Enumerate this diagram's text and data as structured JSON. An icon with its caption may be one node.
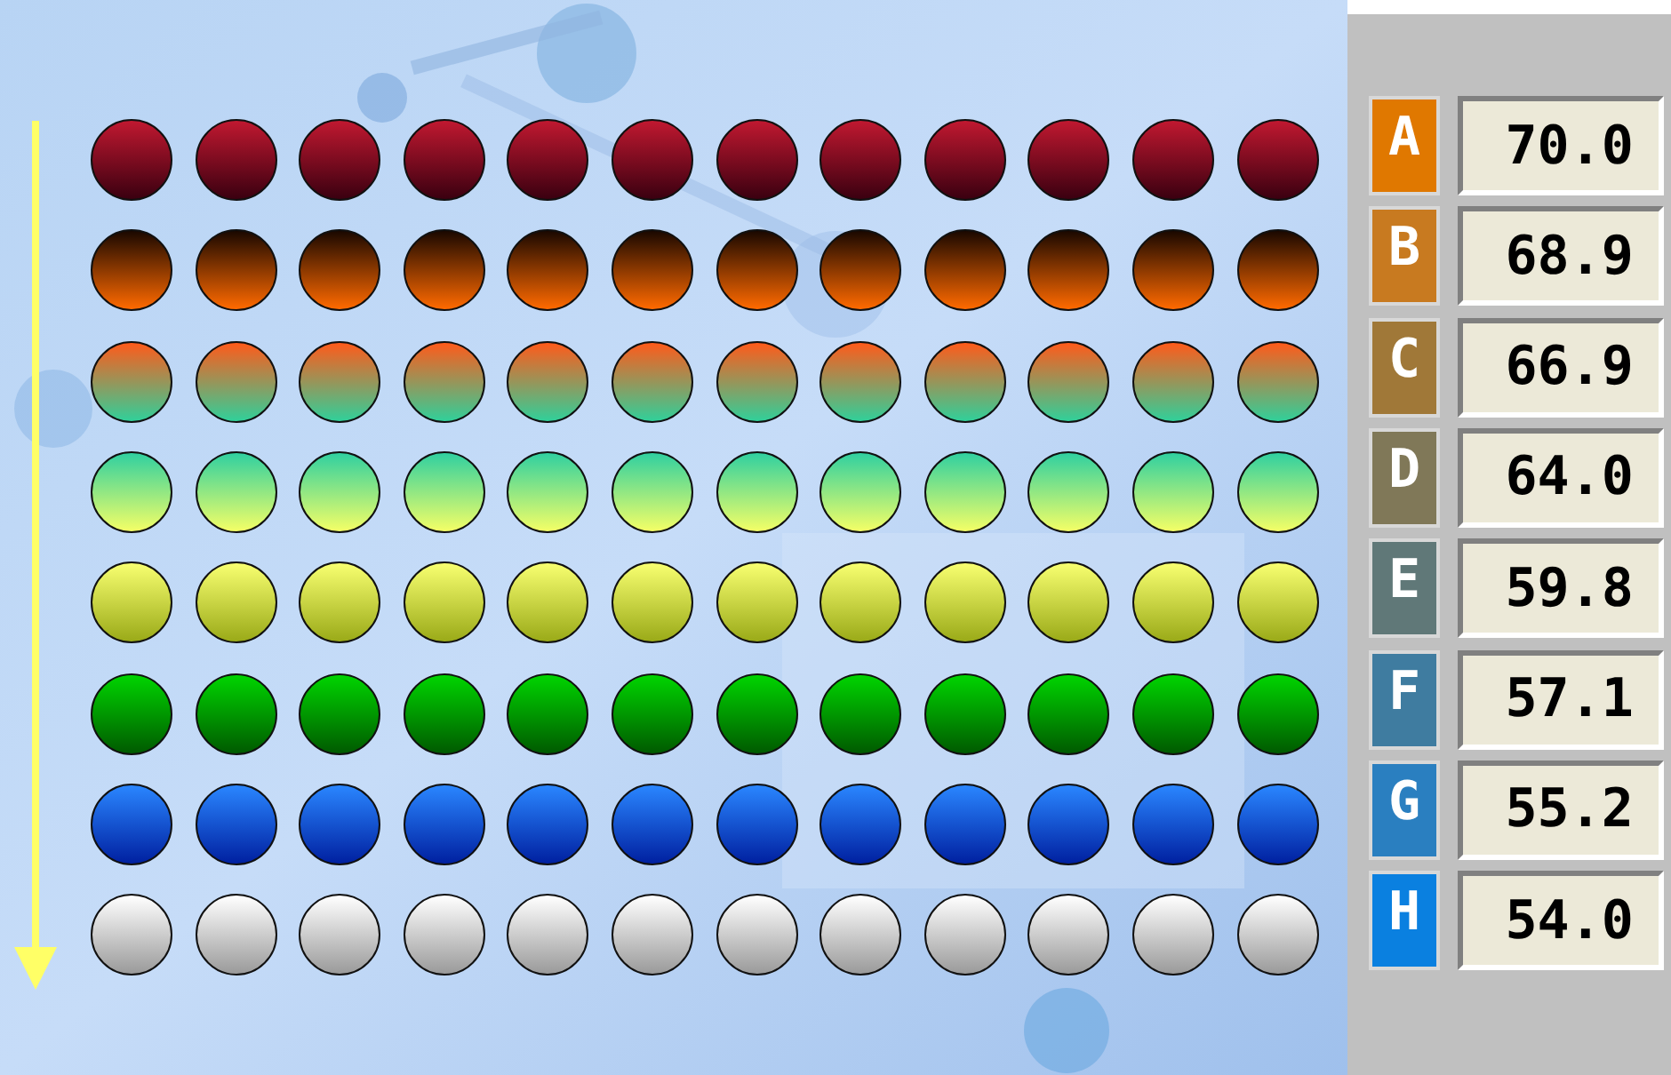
{
  "diagram": {
    "nodes": [
      {
        "text": [],
        "shape": "circle"
      },
      {
        "text": [],
        "shape": "circle"
      },
      {
        "text": [],
        "shape": "circle"
      },
      {
        "text": [],
        "shape": "circle"
      },
      {
        "text": [],
        "shape": "circle"
      },
      {
        "text": [],
        "shape": "circle"
      },
      {
        "text": [],
        "shape": "circle"
      },
      {
        "text": [],
        "shape": "circle"
      },
      {
        "text": [],
        "shape": "circle"
      },
      {
        "text": [],
        "shape": "circle"
      },
      {
        "text": [],
        "shape": "circle"
      },
      {
        "text": [],
        "shape": "circle"
      },
      {
        "text": [
          "A"
        ]
      },
      {
        "text": [
          "70.0"
        ]
      },
      {
        "text": [],
        "shape": "circle"
      },
      {
        "text": [],
        "shape": "circle"
      },
      {
        "text": [],
        "shape": "circle"
      },
      {
        "text": [],
        "shape": "circle"
      },
      {
        "text": [],
        "shape": "circle"
      },
      {
        "text": [],
        "shape": "circle"
      },
      {
        "text": [],
        "shape": "circle"
      },
      {
        "text": [],
        "shape": "circle"
      },
      {
        "text": [],
        "shape": "circle"
      },
      {
        "text": [],
        "shape": "circle"
      },
      {
        "text": [],
        "shape": "circle"
      },
      {
        "text": [],
        "shape": "circle"
      },
      {
        "text": [
          "B"
        ]
      },
      {
        "text": [
          "68.9"
        ]
      },
      {
        "text": [],
        "shape": "circle"
      },
      {
        "text": [],
        "shape": "circle"
      },
      {
        "text": [],
        "shape": "circle"
      },
      {
        "text": [],
        "shape": "circle"
      },
      {
        "text": [],
        "shape": "circle"
      },
      {
        "text": [],
        "shape": "circle"
      },
      {
        "text": [],
        "shape": "circle"
      },
      {
        "text": [],
        "shape": "circle"
      },
      {
        "text": [],
        "shape": "circle"
      },
      {
        "text": [],
        "shape": "circle"
      },
      {
        "text": [],
        "shape": "circle"
      },
      {
        "text": [],
        "shape": "circle"
      },
      {
        "text": [
          "C"
        ]
      },
      {
        "text": [
          "66.9"
        ]
      },
      {
        "text": [],
        "shape": "circle"
      },
      {
        "text": [],
        "shape": "circle"
      },
      {
        "text": [],
        "shape": "circle"
      },
      {
        "text": [],
        "shape": "circle"
      },
      {
        "text": [],
        "shape": "circle"
      },
      {
        "text": [],
        "shape": "circle"
      },
      {
        "text": [],
        "shape": "circle"
      },
      {
        "text": [],
        "shape": "circle"
      },
      {
        "text": [],
        "shape": "circle"
      },
      {
        "text": [],
        "shape": "circle"
      },
      {
        "text": [],
        "shape": "circle"
      },
      {
        "text": [],
        "shape": "circle"
      },
      {
        "text": [
          "D"
        ]
      },
      {
        "text": [
          "64.0"
        ]
      },
      {
        "text": [],
        "shape": "circle"
      },
      {
        "text": [],
        "shape": "circle"
      },
      {
        "text": [],
        "shape": "circle"
      },
      {
        "text": [],
        "shape": "circle"
      },
      {
        "text": [],
        "shape": "circle"
      },
      {
        "text": [],
        "shape": "circle"
      },
      {
        "text": [],
        "shape": "circle"
      },
      {
        "text": [],
        "shape": "circle"
      },
      {
        "text": [],
        "shape": "circle"
      },
      {
        "text": [],
        "shape": "circle"
      },
      {
        "text": [],
        "shape": "circle"
      },
      {
        "text": [],
        "shape": "circle"
      },
      {
        "text": [
          "E"
        ]
      },
      {
        "text": [
          "59.8"
        ]
      },
      {
        "text": [],
        "shape": "circle"
      },
      {
        "text": [],
        "shape": "circle"
      },
      {
        "text": [],
        "shape": "circle"
      },
      {
        "text": [],
        "shape": "circle"
      },
      {
        "text": [],
        "shape": "circle"
      },
      {
        "text": [],
        "shape": "circle"
      },
      {
        "text": [],
        "shape": "circle"
      },
      {
        "text": [],
        "shape": "circle"
      },
      {
        "text": [],
        "shape": "circle"
      },
      {
        "text": [],
        "shape": "circle"
      },
      {
        "text": [],
        "shape": "circle"
      },
      {
        "text": [],
        "shape": "circle"
      },
      {
        "text": [
          "F"
        ]
      },
      {
        "text": [
          "57.1"
        ]
      },
      {
        "text": [],
        "shape": "circle"
      },
      {
        "text": [],
        "shape": "circle"
      },
      {
        "text": [],
        "shape": "circle"
      },
      {
        "text": [],
        "shape": "circle"
      },
      {
        "text": [],
        "shape": "circle"
      },
      {
        "text": [],
        "shape": "circle"
      },
      {
        "text": [],
        "shape": "circle"
      },
      {
        "text": [],
        "shape": "circle"
      },
      {
        "text": [],
        "shape": "circle"
      },
      {
        "text": [],
        "shape": "circle"
      },
      {
        "text": [],
        "shape": "circle"
      },
      {
        "text": [],
        "shape": "circle"
      },
      {
        "text": [
          "G"
        ]
      },
      {
        "text": [
          "55.2"
        ]
      },
      {
        "text": [],
        "shape": "circle"
      },
      {
        "text": [],
        "shape": "circle"
      },
      {
        "text": [],
        "shape": "circle"
      },
      {
        "text": [],
        "shape": "circle"
      },
      {
        "text": [],
        "shape": "circle"
      },
      {
        "text": [],
        "shape": "circle"
      },
      {
        "text": [],
        "shape": "circle"
      },
      {
        "text": [],
        "shape": "circle"
      },
      {
        "text": [],
        "shape": "circle"
      },
      {
        "text": [],
        "shape": "circle"
      },
      {
        "text": [],
        "shape": "circle"
      },
      {
        "text": [],
        "shape": "circle"
      },
      {
        "text": [
          "H"
        ]
      },
      {
        "text": [
          "54.0"
        ]
      }
    ]
  }
}
